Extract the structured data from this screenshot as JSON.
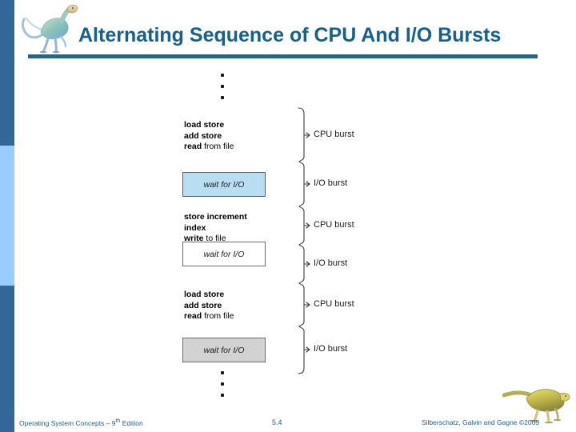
{
  "slide": {
    "title": "Alternating Sequence of CPU And I/O Bursts",
    "title_color": "#13618f",
    "rule_color": "#2b6382",
    "band_dark_color": "#336699",
    "band_light_color": "#99ccff"
  },
  "diagram": {
    "top_ellipsis": "vertical-dots",
    "bottom_ellipsis": "vertical-dots",
    "segments": [
      {
        "kind": "code",
        "burst_label": "CPU burst",
        "lines": [
          {
            "bold": "load store",
            "plain": ""
          },
          {
            "bold": "add store",
            "plain": ""
          },
          {
            "bold": "read",
            "plain": " from file"
          }
        ]
      },
      {
        "kind": "wait",
        "burst_label": "I/O burst",
        "box_text": "wait for I/O",
        "box_fill": "#b9def2",
        "box_style": "blue"
      },
      {
        "kind": "code",
        "burst_label": "CPU burst",
        "lines": [
          {
            "bold": "store increment",
            "plain": ""
          },
          {
            "bold": "index",
            "plain": ""
          },
          {
            "bold": "write",
            "plain": " to file"
          }
        ]
      },
      {
        "kind": "wait",
        "burst_label": "I/O burst",
        "box_text": "wait for I/O",
        "box_fill": "#ffffff",
        "box_style": "white"
      },
      {
        "kind": "code",
        "burst_label": "CPU burst",
        "lines": [
          {
            "bold": "load store",
            "plain": ""
          },
          {
            "bold": "add store",
            "plain": ""
          },
          {
            "bold": "read",
            "plain": " from file"
          }
        ]
      },
      {
        "kind": "wait",
        "burst_label": "I/O burst",
        "box_text": "wait for I/O",
        "box_fill": "#d2d2d2",
        "box_style": "gray"
      }
    ]
  },
  "footer": {
    "left_text": "Operating System Concepts – 9",
    "left_superscript": "th",
    "left_text_tail": " Edition",
    "slide_number": "5.4",
    "right_text": "Silberschatz, Galvin and Gagne ©2009",
    "color": "#1f5f86"
  }
}
